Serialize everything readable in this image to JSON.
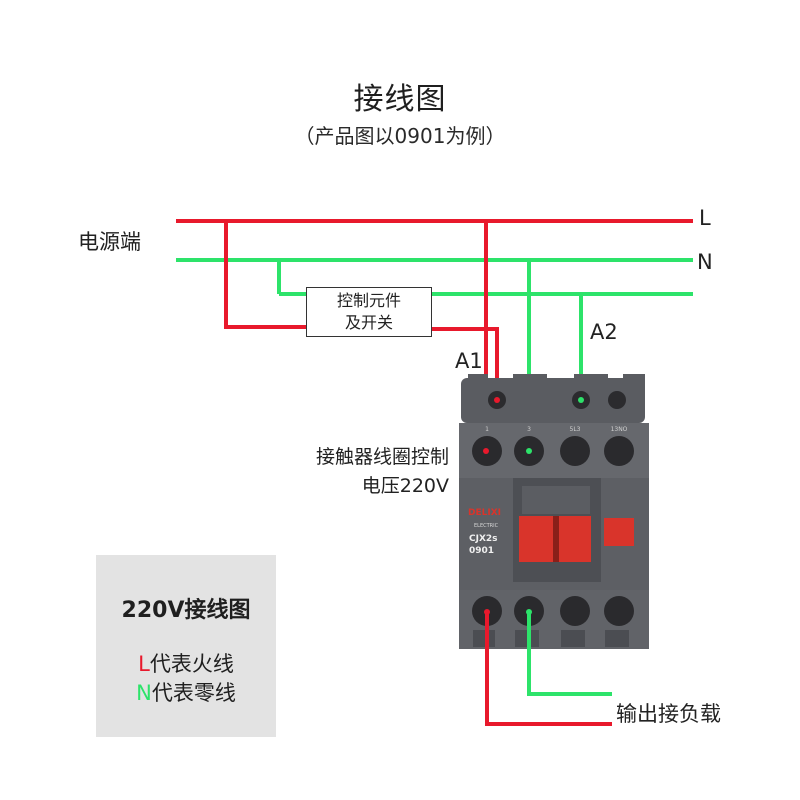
{
  "title": "接线图",
  "subtitle": "（产品图以0901为例）",
  "power_source_label": "电源端",
  "line_L_label": "L",
  "line_N_label": "N",
  "control_element_line1": "控制元件",
  "control_element_line2": "及开关",
  "terminal_A1_label": "A1",
  "terminal_A2_label": "A2",
  "coil_voltage_line1": "接触器线圈控制",
  "coil_voltage_line2": "电压220V",
  "output_load_label": "输出接负载",
  "contactor": {
    "brand": "DELIXI",
    "brand_sub": "ELECTRIC",
    "model": "CJX2s",
    "model_number": "0901",
    "top_marks": [
      "1",
      "3",
      "5L3",
      "13NO"
    ]
  },
  "legend": {
    "title": "220V接线图",
    "l_letter": "L",
    "l_text": "代表火线",
    "n_letter": "N",
    "n_text": "代表零线"
  },
  "colors": {
    "live_wire": "#e8192c",
    "neutral_wire": "#2de36a",
    "contactor_body": "#5b5d62",
    "contactor_red": "#d9342b",
    "legend_bg": "#e3e3e3"
  }
}
